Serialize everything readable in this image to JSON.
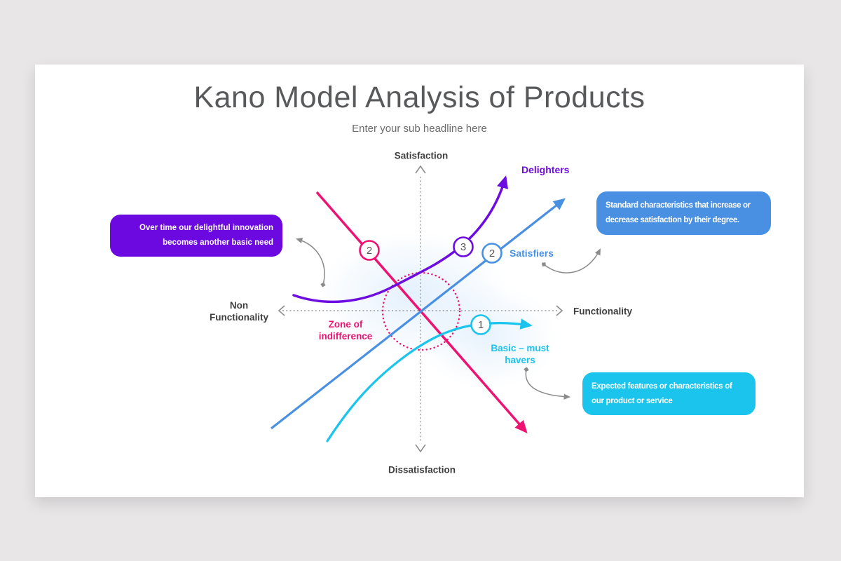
{
  "page": {
    "background_color": "#e8e6e7",
    "card_color": "#ffffff"
  },
  "header": {
    "title": "Kano Model Analysis of Products",
    "subtitle": "Enter your sub headline here"
  },
  "axes": {
    "top_label": "Satisfaction",
    "bottom_label": "Dissatisfaction",
    "right_label": "Functionality",
    "left_label": "Non Functionality",
    "axis_color": "#9a9a9a"
  },
  "zone": {
    "label": "Zone of indifference",
    "color": "#ee1273"
  },
  "curves": {
    "delighters": {
      "label": "Delighters",
      "badge": "3",
      "color": "#6d0ce0"
    },
    "satisfiers": {
      "label": "Satisfiers",
      "badge": "2",
      "color": "#4a90e2"
    },
    "basic": {
      "label": "Basic – must havers",
      "badge": "1",
      "color": "#1ac4ec"
    },
    "decline": {
      "badge": "2",
      "color": "#ee1273"
    }
  },
  "callouts": {
    "delighters_note": {
      "text": "Over time our delightful innovation becomes another basic need",
      "color": "#6b09e0"
    },
    "satisfiers_note": {
      "text": "Standard characteristics that increase or decrease satisfaction by their degree.",
      "color": "#4a90e2"
    },
    "basic_note": {
      "text": "Expected features or characteristics of our product or service",
      "color": "#1ac4ec"
    }
  }
}
